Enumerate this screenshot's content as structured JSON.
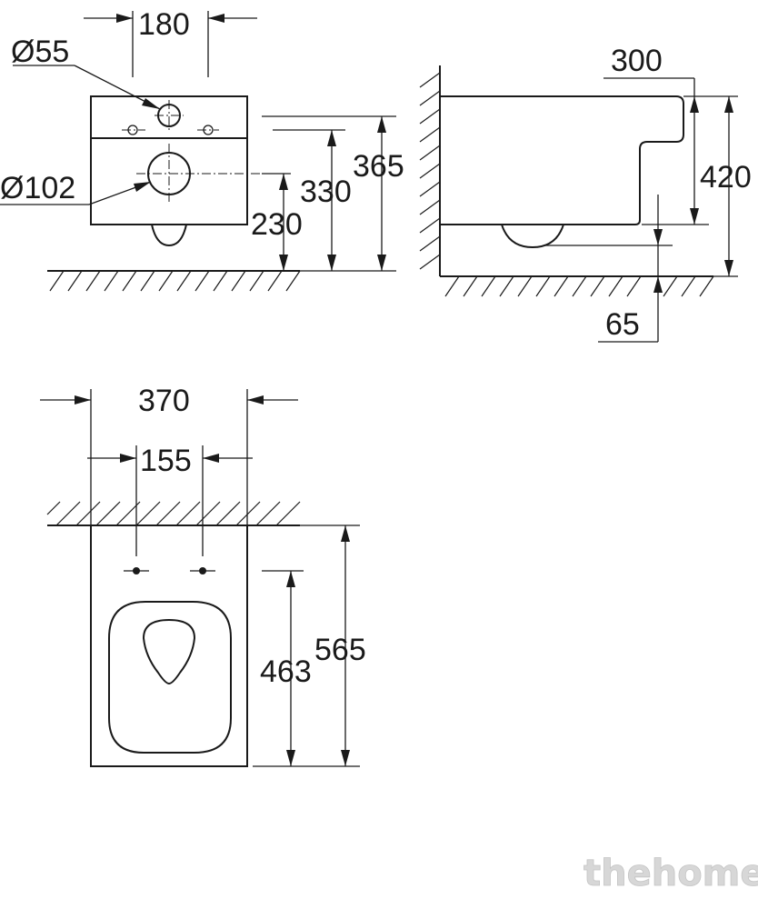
{
  "front_view": {
    "dim_top": "180",
    "dim_pipe": "Ø55",
    "dim_outlet": "Ø102",
    "dim_230": "230",
    "dim_330": "330",
    "dim_365": "365"
  },
  "side_view": {
    "dim_300": "300",
    "dim_420": "420",
    "dim_65": "65"
  },
  "top_view": {
    "dim_370": "370",
    "dim_155": "155",
    "dim_463": "463",
    "dim_565": "565"
  },
  "watermark": "thehome"
}
